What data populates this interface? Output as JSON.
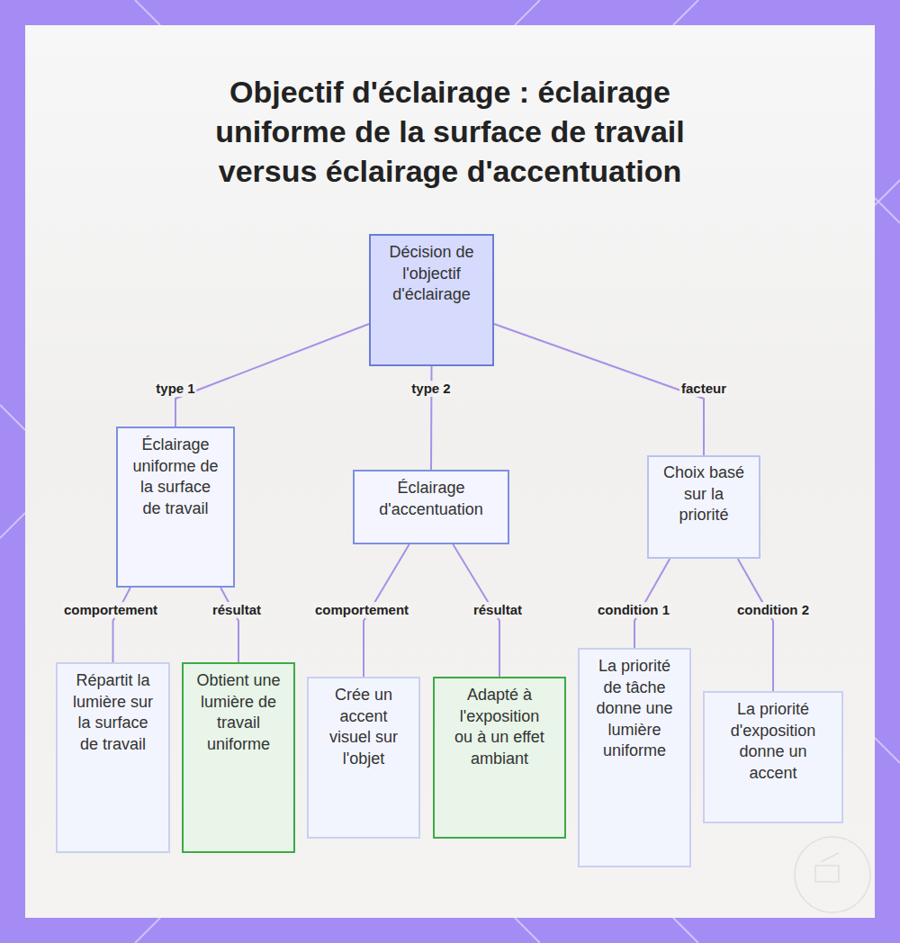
{
  "diagram": {
    "title": "Objectif d'éclairage : éclairage uniforme de la surface de travail versus éclairage d'accentuation",
    "nodes": [
      {
        "text": [
          "Décision de l'objectif d'éclairage"
        ]
      },
      {
        "text": [
          "Éclairage uniforme de la surface de travail"
        ]
      },
      {
        "text": [
          "Éclairage d'accentuation"
        ]
      },
      {
        "text": [
          "Choix basé sur la priorité"
        ]
      },
      {
        "text": [
          "Répartit la lumière sur la surface de travail"
        ]
      },
      {
        "text": [
          "Obtient une lumière de travail uniforme"
        ]
      },
      {
        "text": [
          "Crée un accent visuel sur l'objet"
        ]
      },
      {
        "text": [
          "Adapté à l'exposition ou à un effet ambiant"
        ]
      },
      {
        "text": [
          "La priorité de tâche donne une lumière uniforme"
        ]
      },
      {
        "text": [
          "La priorité d'exposition donne un accent"
        ]
      }
    ],
    "edges": [
      {
        "from": 0,
        "to": 1,
        "label": "type 1",
        "arrow": "none"
      },
      {
        "from": 0,
        "to": 2,
        "label": "type 2",
        "arrow": "none"
      },
      {
        "from": 0,
        "to": 3,
        "label": "facteur",
        "arrow": "none"
      },
      {
        "from": 1,
        "to": 4,
        "label": "comportement",
        "arrow": "none"
      },
      {
        "from": 1,
        "to": 5,
        "label": "résultat",
        "arrow": "none"
      },
      {
        "from": 2,
        "to": 6,
        "label": "comportement",
        "arrow": "none"
      },
      {
        "from": 2,
        "to": 7,
        "label": "résultat",
        "arrow": "none"
      },
      {
        "from": 3,
        "to": 8,
        "label": "condition 1",
        "arrow": "none"
      },
      {
        "from": 3,
        "to": 9,
        "label": "condition 2",
        "arrow": "none"
      }
    ]
  }
}
